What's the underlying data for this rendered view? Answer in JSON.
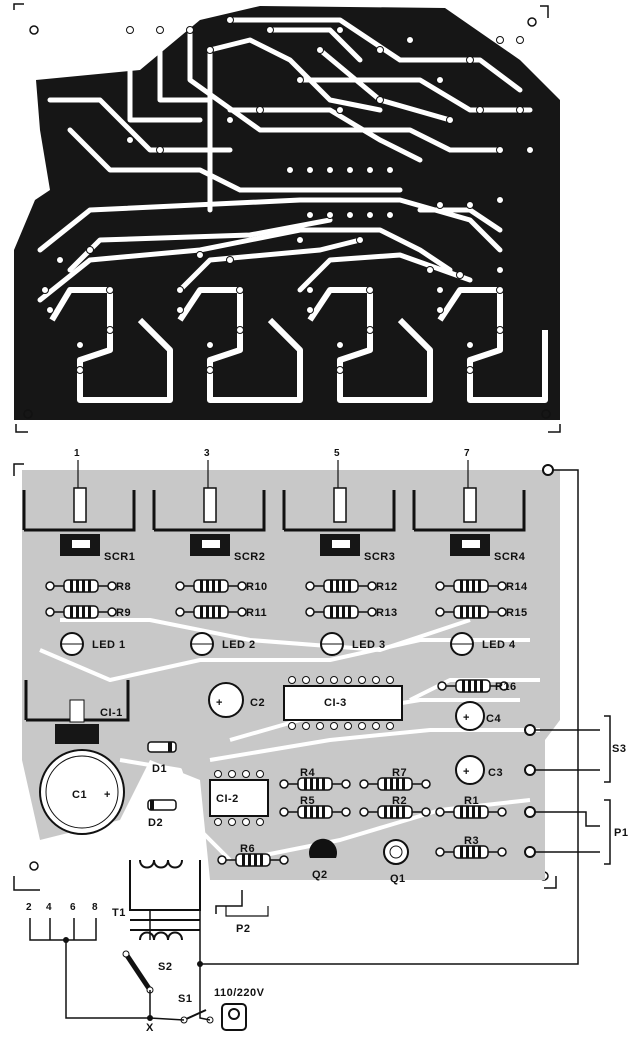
{
  "colors": {
    "copper": "#161616",
    "board_gray": "#c8c8c8",
    "ink": "#111111",
    "paper": "#ffffff"
  },
  "terminals": {
    "top": [
      "1",
      "3",
      "5",
      "7"
    ],
    "outputs": [
      "2",
      "4",
      "6",
      "8"
    ],
    "common": "X"
  },
  "components": {
    "scr": [
      "SCR1",
      "SCR2",
      "SCR3",
      "SCR4"
    ],
    "resistors_upper": [
      "R8",
      "R10",
      "R12",
      "R14"
    ],
    "resistors_lower": [
      "R9",
      "R11",
      "R13",
      "R15"
    ],
    "leds": [
      "LED 1",
      "LED 2",
      "LED 3",
      "LED 4"
    ],
    "ci1": "CI-1",
    "ci2": "CI-2",
    "ci3": "CI-3",
    "c1": "C1",
    "c2": "C2",
    "c3": "C3",
    "c4": "C4",
    "d1": "D1",
    "d2": "D2",
    "r1": "R1",
    "r2": "R2",
    "r3": "R3",
    "r4": "R4",
    "r5": "R5",
    "r6": "R6",
    "r7": "R7",
    "r16": "R16",
    "q1": "Q1",
    "q2": "Q2",
    "t1": "T1",
    "s1": "S1",
    "s2": "S2",
    "s3": "S3",
    "p1": "P1",
    "p2": "P2",
    "mains": "110/220V"
  }
}
